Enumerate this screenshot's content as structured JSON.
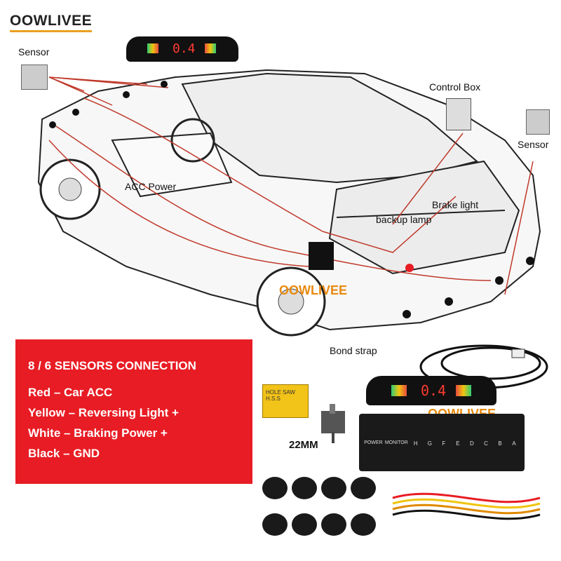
{
  "brand": {
    "name": "OOWLIVEE"
  },
  "diagram_labels": {
    "sensor_left": "Sensor",
    "sensor_right": "Sensor",
    "control_box": "Control Box",
    "acc_power": "ACC Power",
    "brake_light": "Brake light",
    "backup_lamp": "backup lamp",
    "bond_strap": "Bond strap"
  },
  "display": {
    "reading": "0.4"
  },
  "connection": {
    "title": "8 / 6 SENSORS CONNECTION",
    "rows": [
      "Red –  Car ACC",
      "Yellow – Reversing Light +",
      "White – Braking Power +",
      "Black – GND"
    ]
  },
  "drill": {
    "size_label": "22MM",
    "box_text": "HOLE SAW H.S.S"
  },
  "watermarks": {
    "car": "OOWLIVEE",
    "product": "OOWLIVEE"
  },
  "control_unit": {
    "ports": [
      "POWER",
      "MONITOR",
      "H",
      "G",
      "F",
      "E",
      "D",
      "C",
      "B",
      "A"
    ]
  },
  "colors": {
    "accent_red": "#e81c24",
    "wire_red": "#c0392b",
    "logo_orange": "#e8a020"
  }
}
